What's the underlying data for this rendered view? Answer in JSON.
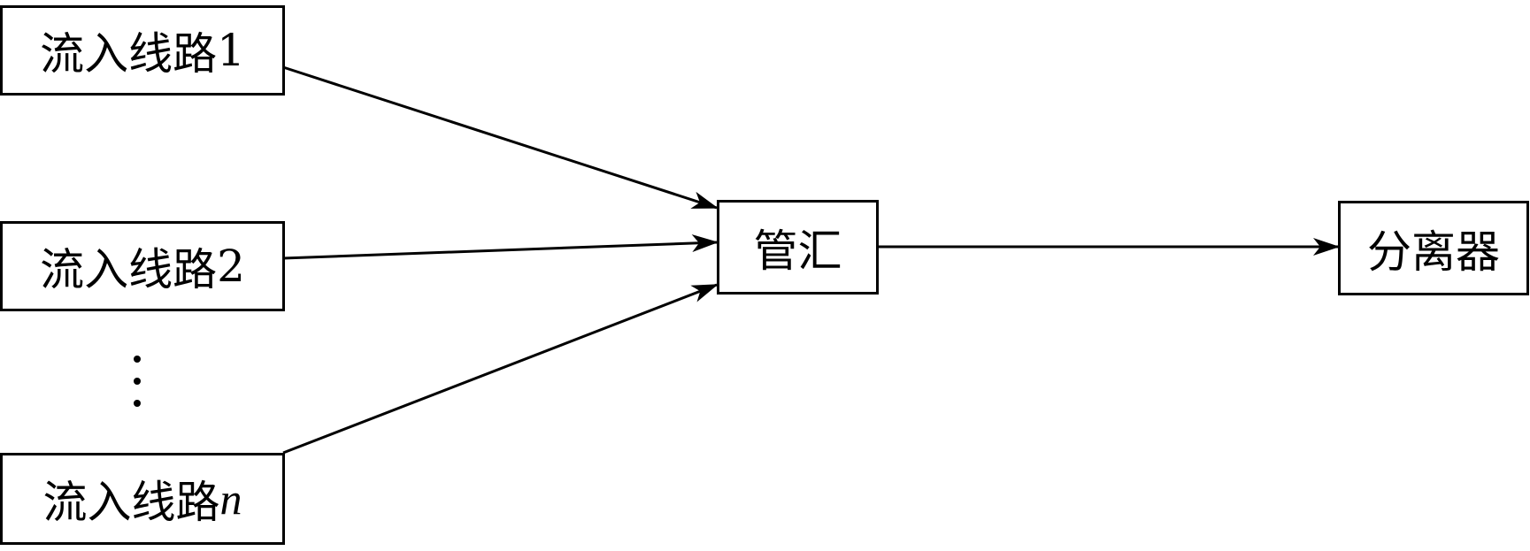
{
  "nodes": {
    "inflow_1": {
      "label": "流入线路",
      "suffix": "1"
    },
    "inflow_2": {
      "label": "流入线路",
      "suffix": "2"
    },
    "inflow_n": {
      "label": "流入线路",
      "suffix": "n"
    },
    "manifold": {
      "label": "管汇"
    },
    "separator": {
      "label": "分离器"
    }
  },
  "edges": [
    {
      "from": "inflow_1",
      "to": "manifold"
    },
    {
      "from": "inflow_2",
      "to": "manifold"
    },
    {
      "from": "inflow_n",
      "to": "manifold"
    },
    {
      "from": "manifold",
      "to": "separator"
    }
  ],
  "colors": {
    "stroke": "#000000",
    "background": "#ffffff"
  }
}
